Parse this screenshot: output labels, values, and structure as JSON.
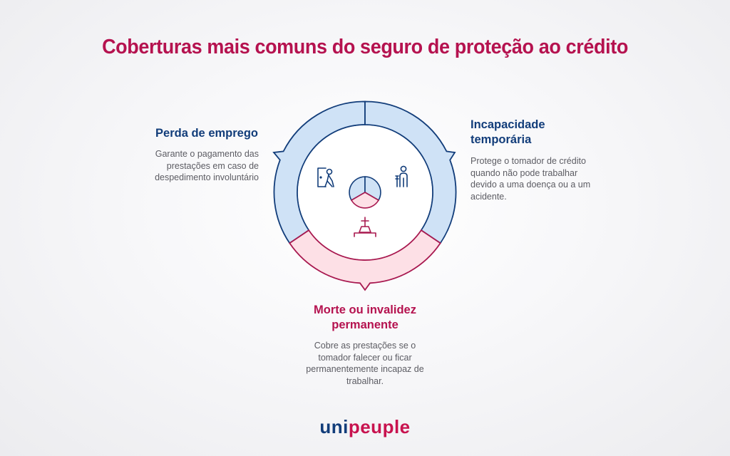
{
  "title": "Coberturas mais comuns do seguro de proteção ao crédito",
  "colors": {
    "title": "#b5124f",
    "blue_stroke": "#123d7a",
    "blue_fill": "#cfe2f6",
    "pink_stroke": "#a8184f",
    "pink_fill": "#fde0e6",
    "body_text": "#5c5c63"
  },
  "segments": [
    {
      "id": "perda-de-emprego",
      "heading": "Perda de emprego",
      "description": "Garante o pagamento das prestações em caso de despedimento involuntário",
      "icon": "person-leaving-door-icon",
      "position": "left"
    },
    {
      "id": "incapacidade-temporaria",
      "heading": "Incapacidade temporária",
      "description": "Protege o tomador de crédito quando não pode trabalhar devido a uma doença ou a um acidente.",
      "icon": "injured-person-crutch-icon",
      "position": "right"
    },
    {
      "id": "morte-ou-invalidez",
      "heading": "Morte ou invalidez permanente",
      "description": "Cobre as prestações se o tomador falecer ou ficar permanentemente incapaz de trabalhar.",
      "icon": "grave-cross-icon",
      "position": "bottom"
    }
  ],
  "logo": {
    "part1": "uni",
    "part2": "peuple"
  }
}
